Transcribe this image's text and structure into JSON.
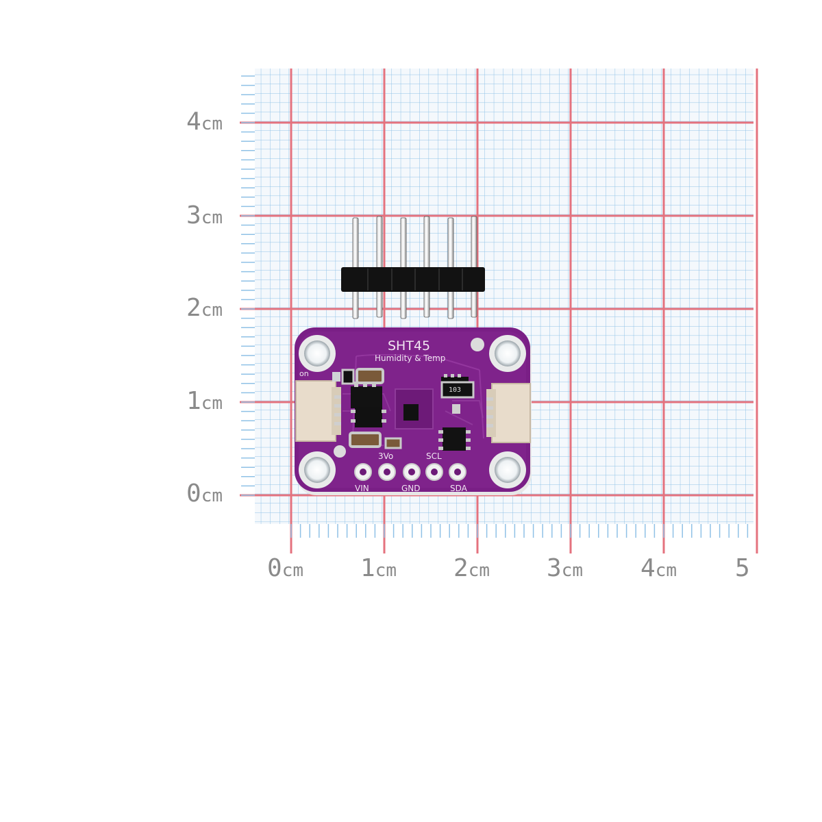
{
  "ruler": {
    "y_labels": [
      {
        "num": "4",
        "unit": "cm"
      },
      {
        "num": "3",
        "unit": "cm"
      },
      {
        "num": "2",
        "unit": "cm"
      },
      {
        "num": "1",
        "unit": "cm"
      },
      {
        "num": "0",
        "unit": "cm"
      }
    ],
    "x_labels": [
      {
        "num": "0",
        "unit": "cm"
      },
      {
        "num": "1",
        "unit": "cm"
      },
      {
        "num": "2",
        "unit": "cm"
      },
      {
        "num": "3",
        "unit": "cm"
      },
      {
        "num": "4",
        "unit": "cm"
      },
      {
        "num": "5",
        "unit": ""
      }
    ]
  },
  "board": {
    "title": "SHT45",
    "subtitle": "Humidity & Temp",
    "led_label": "on",
    "resistor_code": "103",
    "pins_top": {
      "p2": "3Vo",
      "p4": "SCL"
    },
    "pins_bottom": {
      "p1": "VIN",
      "p3": "GND",
      "p5": "SDA"
    }
  },
  "colors": {
    "paper": "#f4f8fc",
    "fine_grid": "#8fc1e6",
    "major_grid": "#e4727e",
    "pcb": "#7a1f86",
    "silkscreen": "#f1e6f2",
    "connector": "#e8dccb",
    "header": "#111111"
  }
}
